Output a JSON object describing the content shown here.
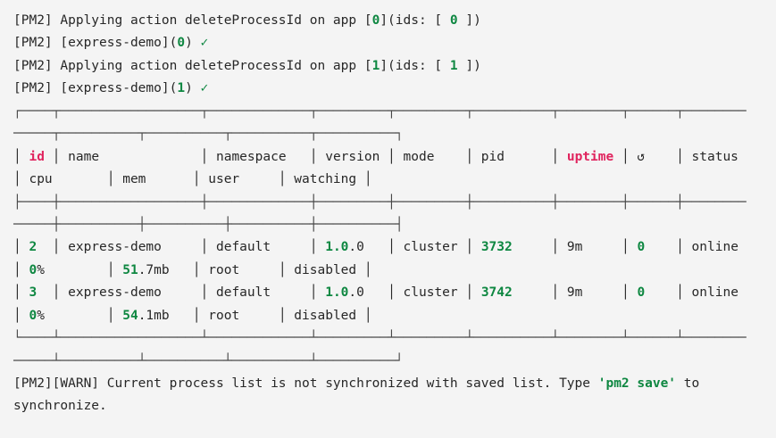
{
  "app": "pm2",
  "colors": {
    "background": "#f4f4f4",
    "foreground": "#272727",
    "green": "#0e8741",
    "red": "#e0245e",
    "border": "#474747"
  },
  "log_messages": [
    "[PM2] Applying action deleteProcessId on app [0](ids: [ 0 ])",
    "[PM2] [express-demo](0) ✓",
    "[PM2] Applying action deleteProcessId on app [1](ids: [ 1 ])",
    "[PM2] [express-demo](1) ✓"
  ],
  "process_table": {
    "columns": [
      "id",
      "name",
      "namespace",
      "version",
      "mode",
      "pid",
      "uptime",
      "↺",
      "status",
      "cpu",
      "mem",
      "user",
      "watching"
    ],
    "highlighted_columns": [
      "id",
      "uptime"
    ],
    "rows": [
      {
        "id": "2",
        "name": "express-demo",
        "namespace": "default",
        "version": "1.0.0",
        "mode": "cluster",
        "pid": "3732",
        "uptime": "9m",
        "restarts": "0",
        "status": "online",
        "cpu": "0%",
        "mem": "51.7mb",
        "user": "root",
        "watching": "disabled"
      },
      {
        "id": "3",
        "name": "express-demo",
        "namespace": "default",
        "version": "1.0.0",
        "mode": "cluster",
        "pid": "3742",
        "uptime": "9m",
        "restarts": "0",
        "status": "online",
        "cpu": "0%",
        "mem": "54.1mb",
        "user": "root",
        "watching": "disabled"
      }
    ]
  },
  "warning": "[PM2][WARN] Current process list is not synchronized with saved list. Type 'pm2 save' to synchronize.",
  "terminal": {
    "lines": [
      {
        "name": "pm2-log-line-1",
        "segments": [
          [
            "[PM2] Applying action deleteProcessId on app ["
          ],
          [
            "0",
            "g"
          ],
          [
            "](ids: [ "
          ],
          [
            "0",
            "g"
          ],
          [
            " ])"
          ]
        ]
      },
      {
        "name": "pm2-log-line-2",
        "segments": [
          [
            "[PM2] [express-demo]("
          ],
          [
            "0",
            "g"
          ],
          [
            ") "
          ],
          [
            "✓",
            "g"
          ]
        ]
      },
      {
        "name": "pm2-log-line-3",
        "segments": [
          [
            "[PM2] Applying action deleteProcessId on app ["
          ],
          [
            "1",
            "g"
          ],
          [
            "](ids: [ "
          ],
          [
            "1",
            "g"
          ],
          [
            " ])"
          ]
        ]
      },
      {
        "name": "pm2-log-line-4",
        "segments": [
          [
            "[PM2] [express-demo]("
          ],
          [
            "1",
            "g"
          ],
          [
            ") "
          ],
          [
            "✓",
            "g"
          ]
        ]
      },
      {
        "name": "table-top-border",
        "segments": [
          [
            "┌────┬──────────────────┬─────────────┬─────────┬─────────┬──────────┬────────┬──────┬────────",
            "b"
          ]
        ]
      },
      {
        "name": "table-top-border-wrap",
        "segments": [
          [
            "─────┬──────────┬──────────┬──────────┬──────────┐",
            "b"
          ]
        ]
      },
      {
        "name": "table-header-row",
        "segments": [
          [
            "│ "
          ],
          [
            "id",
            "r"
          ],
          [
            " │ name             │ namespace   │ version │ mode    │ pid      │ "
          ],
          [
            "uptime",
            "r"
          ],
          [
            " │ ↺    │ status "
          ]
        ]
      },
      {
        "name": "table-header-row-wrap",
        "segments": [
          [
            "│ cpu       │ mem      │ user     │ watching │"
          ]
        ]
      },
      {
        "name": "table-separator",
        "segments": [
          [
            "├────┼──────────────────┼─────────────┼─────────┼─────────┼──────────┼────────┼──────┼────────",
            "b"
          ]
        ]
      },
      {
        "name": "table-separator-wrap",
        "segments": [
          [
            "─────┼──────────┼──────────┼──────────┼──────────┤",
            "b"
          ]
        ]
      },
      {
        "name": "table-row-1",
        "segments": [
          [
            "│ "
          ],
          [
            "2",
            "g"
          ],
          [
            "  │ express-demo     │ default     │ "
          ],
          [
            "1.0",
            "g"
          ],
          [
            ".0   │ cluster │ "
          ],
          [
            "3732",
            "g"
          ],
          [
            "     │ 9m     │ "
          ],
          [
            "0",
            "g"
          ],
          [
            "    │ online "
          ]
        ]
      },
      {
        "name": "table-row-1-wrap",
        "segments": [
          [
            "│ "
          ],
          [
            "0",
            "g"
          ],
          [
            "%        │ "
          ],
          [
            "51",
            "g"
          ],
          [
            ".7mb   │ root     │ disabled │"
          ]
        ]
      },
      {
        "name": "table-row-2",
        "segments": [
          [
            "│ "
          ],
          [
            "3",
            "g"
          ],
          [
            "  │ express-demo     │ default     │ "
          ],
          [
            "1.0",
            "g"
          ],
          [
            ".0   │ cluster │ "
          ],
          [
            "3742",
            "g"
          ],
          [
            "     │ 9m     │ "
          ],
          [
            "0",
            "g"
          ],
          [
            "    │ online "
          ]
        ]
      },
      {
        "name": "table-row-2-wrap",
        "segments": [
          [
            "│ "
          ],
          [
            "0",
            "g"
          ],
          [
            "%        │ "
          ],
          [
            "54",
            "g"
          ],
          [
            ".1mb   │ root     │ disabled │"
          ]
        ]
      },
      {
        "name": "table-bottom-border",
        "segments": [
          [
            "└────┴──────────────────┴─────────────┴─────────┴─────────┴──────────┴────────┴──────┴────────",
            "b"
          ]
        ]
      },
      {
        "name": "table-bottom-border-wrap",
        "segments": [
          [
            "─────┴──────────┴──────────┴──────────┴──────────┘",
            "b"
          ]
        ]
      },
      {
        "name": "pm2-warn-line-1",
        "segments": [
          [
            "[PM2][WARN] Current process list is not synchronized with saved list. Type "
          ],
          [
            "'pm2 save'",
            "g"
          ],
          [
            " to"
          ]
        ]
      },
      {
        "name": "pm2-warn-line-2",
        "segments": [
          [
            "synchronize."
          ]
        ]
      }
    ]
  }
}
